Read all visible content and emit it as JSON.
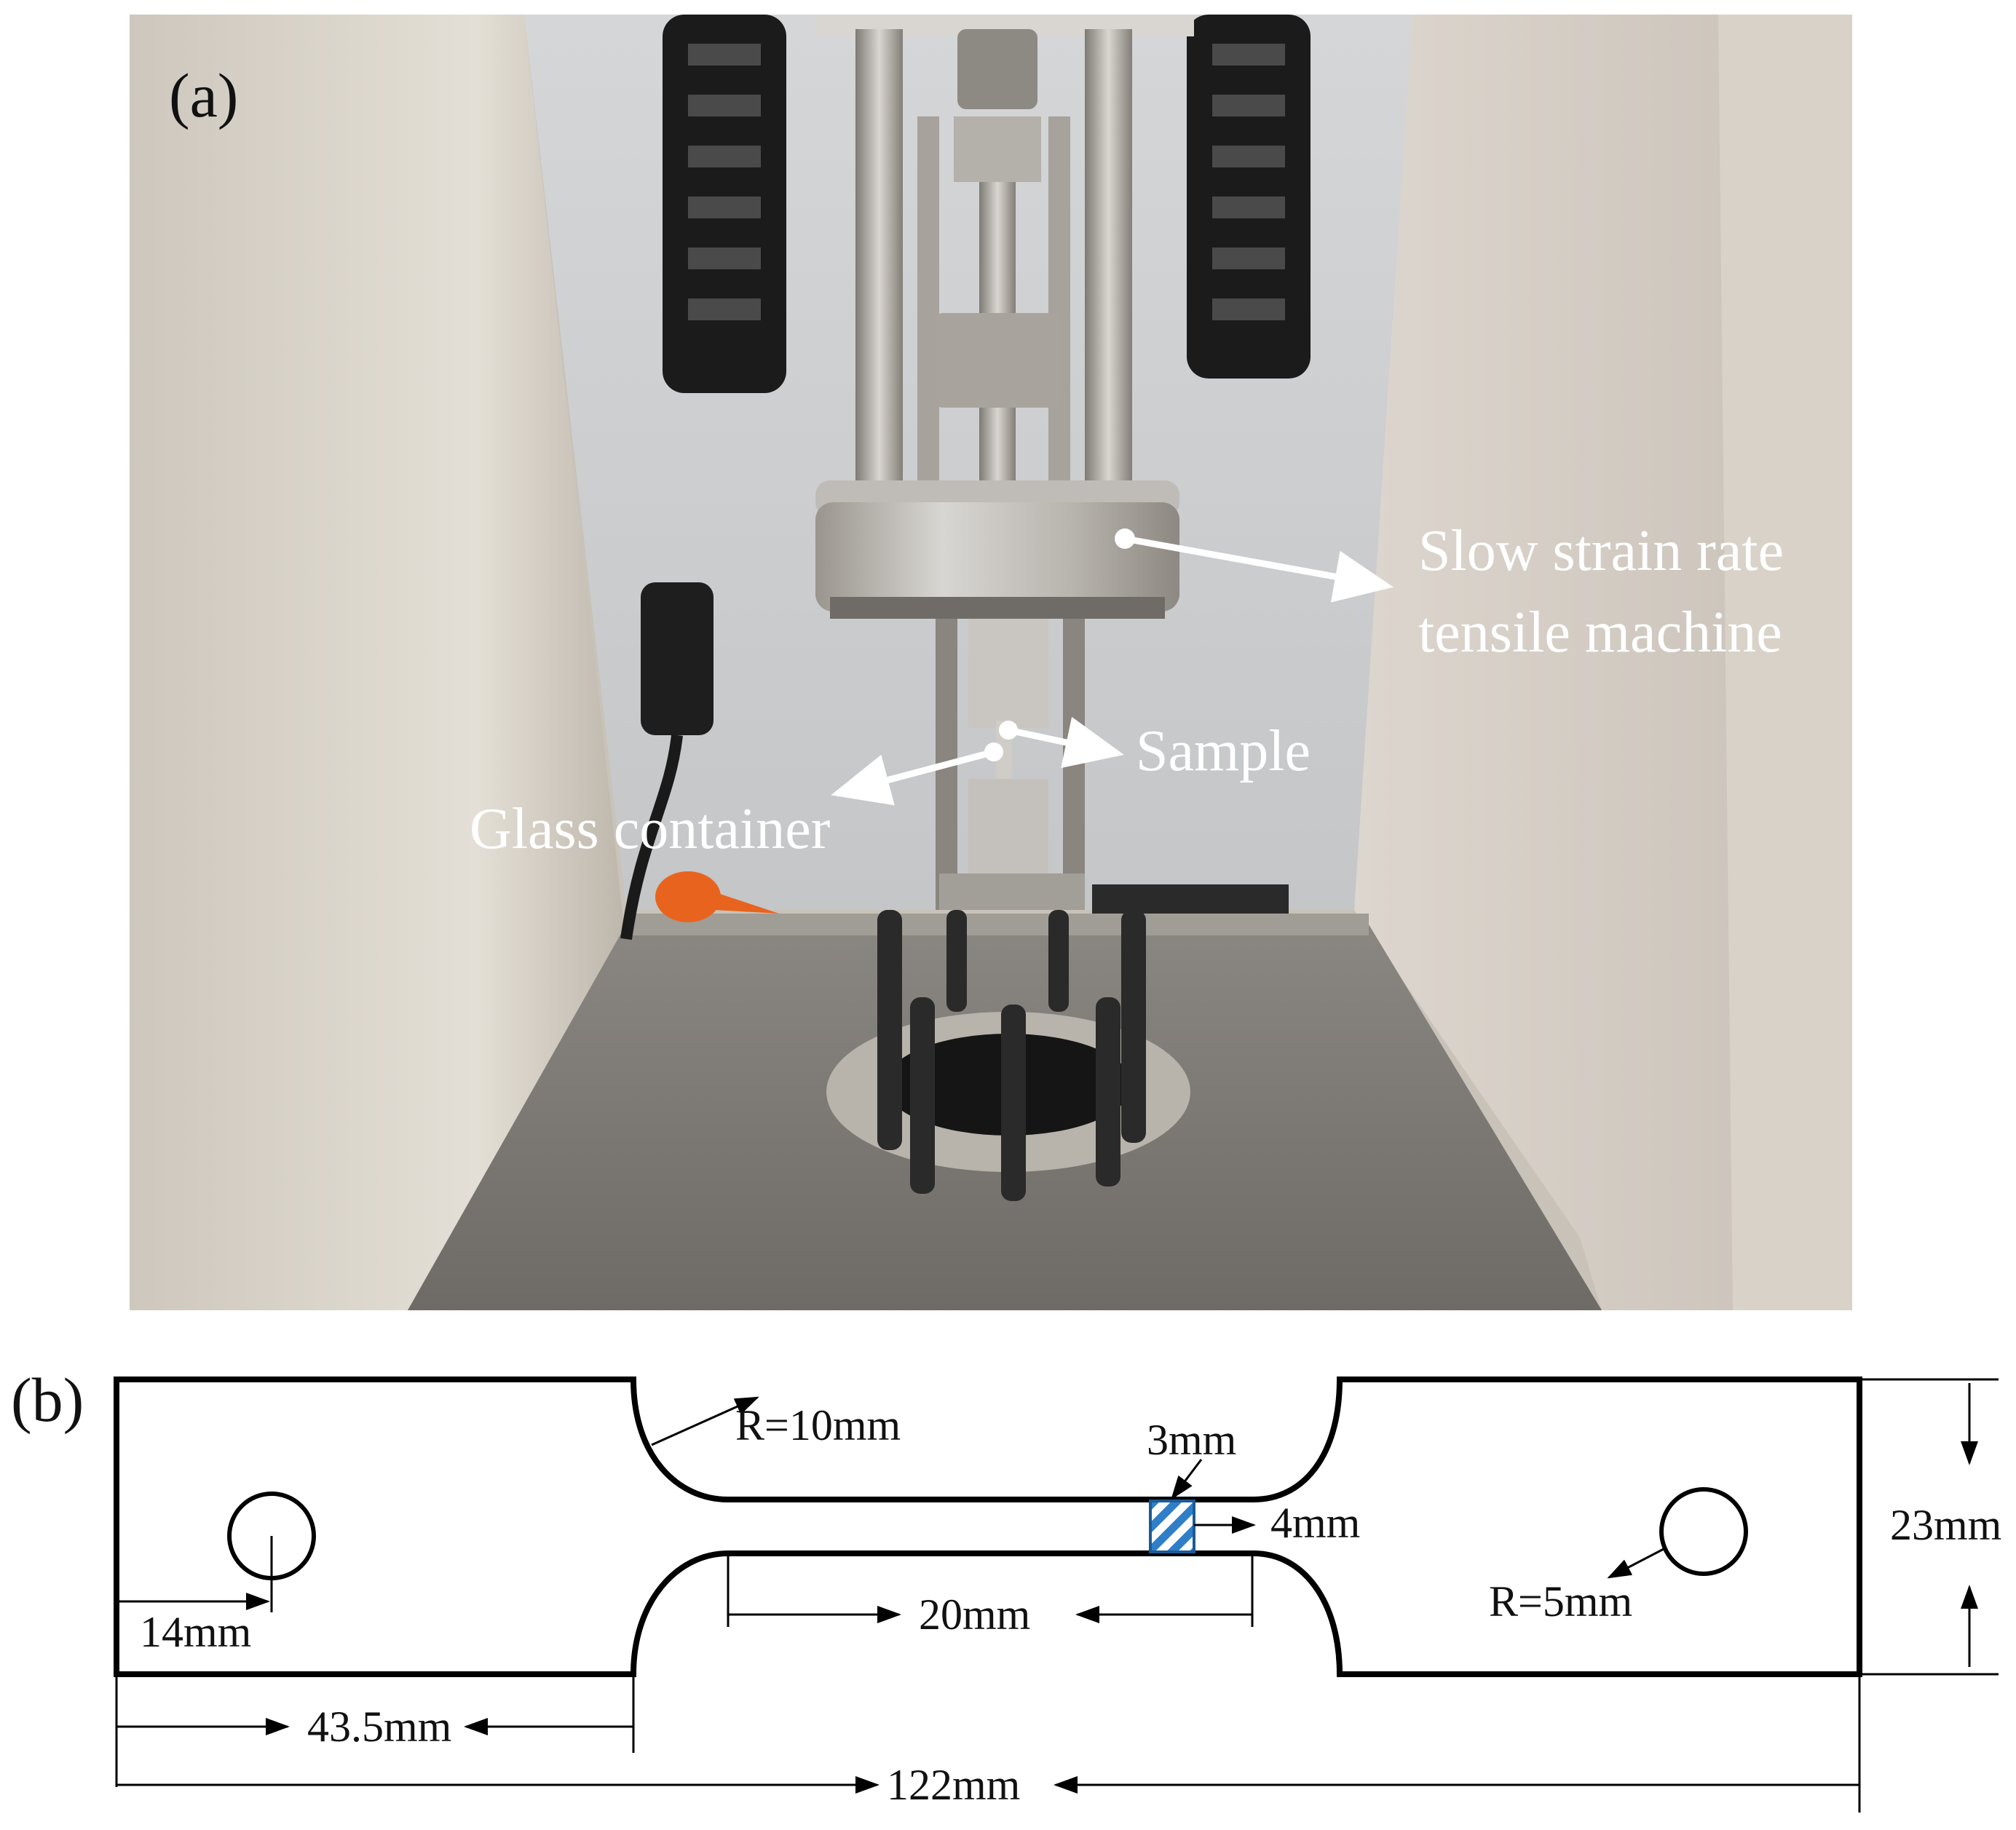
{
  "panel_a": {
    "label": "(a)",
    "callouts": {
      "machine_line1": "Slow strain rate",
      "machine_line2": "tensile machine",
      "sample": "Sample",
      "glass": "Glass container"
    }
  },
  "panel_b": {
    "label": "(b)",
    "dimensions": {
      "fillet_radius": "R=10mm",
      "hatched_width": "3mm",
      "hatched_height": "4mm",
      "total_height": "23mm",
      "hole_offset": "14mm",
      "gauge_length": "20mm",
      "hole_radius": "R=5mm",
      "shoulder_length": "43.5mm",
      "total_length": "122mm"
    },
    "colors": {
      "hatch": "#2f7fc8",
      "outline": "#000000"
    }
  }
}
